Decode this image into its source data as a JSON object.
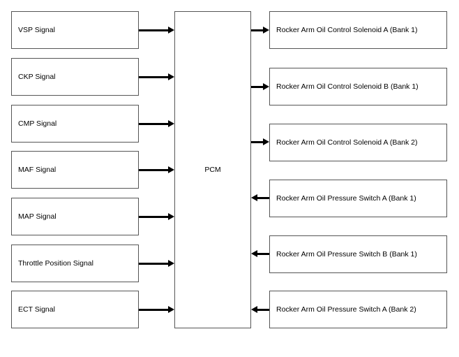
{
  "pcm": {
    "label": "PCM"
  },
  "inputs": [
    "VSP Signal",
    "CKP Signal",
    "CMP Signal",
    "MAF Signal",
    "MAP Signal",
    "Throttle Position Signal",
    "ECT Signal"
  ],
  "outputs": [
    {
      "label": "Rocker Arm Oil Control Solenoid A (Bank 1)",
      "direction": "out"
    },
    {
      "label": "Rocker Arm Oil Control Solenoid B (Bank 1)",
      "direction": "out"
    },
    {
      "label": "Rocker Arm Oil Control Solenoid A (Bank 2)",
      "direction": "out"
    },
    {
      "label": "Rocker Arm Oil Pressure Switch A (Bank 1)",
      "direction": "in"
    },
    {
      "label": "Rocker Arm Oil Pressure Switch B (Bank 1)",
      "direction": "in"
    },
    {
      "label": "Rocker Arm Oil Pressure Switch A (Bank 2)",
      "direction": "in"
    }
  ]
}
